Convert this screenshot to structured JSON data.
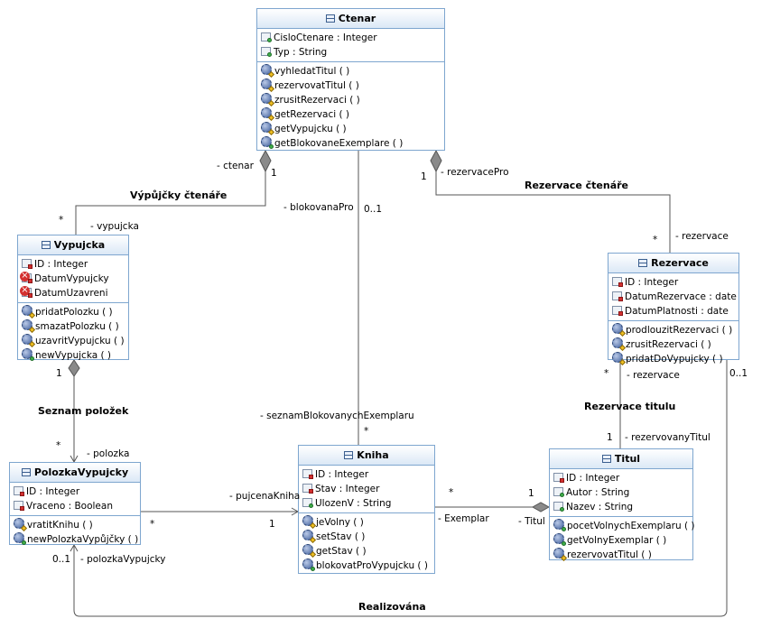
{
  "classes": {
    "ctenar": {
      "name": "Ctenar",
      "attributes": [
        {
          "text": "CisloCtenare : Integer",
          "icon": "public-attribute-icon"
        },
        {
          "text": "Typ : String",
          "icon": "public-attribute-icon"
        }
      ],
      "operations": [
        {
          "text": "vyhledatTitul ( )",
          "icon": "protected-operation-icon"
        },
        {
          "text": "rezervovatTitul ( )",
          "icon": "protected-operation-icon"
        },
        {
          "text": "zrusitRezervaci ( )",
          "icon": "protected-operation-icon"
        },
        {
          "text": "getRezervaci ( )",
          "icon": "protected-operation-icon"
        },
        {
          "text": "getVypujcku ( )",
          "icon": "protected-operation-icon"
        },
        {
          "text": "getBlokovaneExemplare ( )",
          "icon": "public-operation-icon"
        }
      ]
    },
    "vypujcka": {
      "name": "Vypujcka",
      "attributes": [
        {
          "text": "ID : Integer",
          "icon": "private-attribute-icon"
        },
        {
          "text": "DatumVypujcky",
          "icon": "error-attribute-icon"
        },
        {
          "text": "DatumUzavreni",
          "icon": "error-attribute-icon"
        }
      ],
      "operations": [
        {
          "text": "pridatPolozku ( )",
          "icon": "protected-operation-icon"
        },
        {
          "text": "smazatPolozku ( )",
          "icon": "protected-operation-icon"
        },
        {
          "text": "uzavritVypujcku ( )",
          "icon": "protected-operation-icon"
        },
        {
          "text": "newVypujcka ( )",
          "icon": "public-operation-icon"
        }
      ]
    },
    "rezervace": {
      "name": "Rezervace",
      "attributes": [
        {
          "text": "ID : Integer",
          "icon": "private-attribute-icon"
        },
        {
          "text": "DatumRezervace : date",
          "icon": "private-attribute-icon"
        },
        {
          "text": "DatumPlatnosti : date",
          "icon": "private-attribute-icon"
        }
      ],
      "operations": [
        {
          "text": "prodlouzitRezervaci ( )",
          "icon": "protected-operation-icon"
        },
        {
          "text": "zrusitRezervaci ( )",
          "icon": "protected-operation-icon"
        },
        {
          "text": "pridatDoVypujcky ( )",
          "icon": "protected-operation-icon"
        }
      ]
    },
    "polozkaVypujcky": {
      "name": "PolozkaVypujcky",
      "attributes": [
        {
          "text": "ID : Integer",
          "icon": "private-attribute-icon"
        },
        {
          "text": "Vraceno : Boolean",
          "icon": "private-attribute-icon"
        }
      ],
      "operations": [
        {
          "text": "vratitKnihu ( )",
          "icon": "protected-operation-icon"
        },
        {
          "text": "newPolozkaVypůjčky ( )",
          "icon": "public-operation-icon"
        }
      ]
    },
    "kniha": {
      "name": "Kniha",
      "attributes": [
        {
          "text": "ID : Integer",
          "icon": "private-attribute-icon"
        },
        {
          "text": "Stav : Integer",
          "icon": "private-attribute-icon"
        },
        {
          "text": "UlozenV : String",
          "icon": "public-attribute-icon"
        }
      ],
      "operations": [
        {
          "text": "jeVolny ( )",
          "icon": "protected-operation-icon"
        },
        {
          "text": "setStav ( )",
          "icon": "protected-operation-icon"
        },
        {
          "text": "getStav ( )",
          "icon": "protected-operation-icon"
        },
        {
          "text": "blokovatProVypujcku ( )",
          "icon": "public-operation-icon"
        }
      ]
    },
    "titul": {
      "name": "Titul",
      "attributes": [
        {
          "text": "ID : Integer",
          "icon": "private-attribute-icon"
        },
        {
          "text": "Autor : String",
          "icon": "public-attribute-icon"
        },
        {
          "text": "Nazev : String",
          "icon": "public-attribute-icon"
        }
      ],
      "operations": [
        {
          "text": "pocetVolnychExemplaru ( )",
          "icon": "public-operation-icon"
        },
        {
          "text": "getVolnyExemplar ( )",
          "icon": "public-operation-icon"
        },
        {
          "text": "rezervovatTitul ( )",
          "icon": "protected-operation-icon"
        }
      ]
    }
  },
  "associations": {
    "vypujcky_ctenare": {
      "name": "Výpůjčky čtenáře",
      "role_a": "- ctenar",
      "mult_a": "1",
      "role_b": "- vypujcka",
      "mult_b": "*"
    },
    "rezervace_ctenare": {
      "name": "Rezervace čtenáře",
      "role_a": "- rezervacePro",
      "mult_a": "1",
      "role_b": "- rezervace",
      "mult_b": "*"
    },
    "blokovana": {
      "role_a": "- blokovanaPro",
      "mult_a": "0..1",
      "role_b": "- seznamBlokovanychExemplaru",
      "mult_b": "*"
    },
    "seznam_polozek": {
      "name": "Seznam položek",
      "mult_a": "1",
      "role_b": "- polozka",
      "mult_b": "*"
    },
    "pujcena_kniha": {
      "role_b": "- pujcenaKniha",
      "mult_a": "*",
      "mult_b": "1"
    },
    "exemplar": {
      "role_a": "- Exemplar",
      "mult_a": "*",
      "role_b": "- Titul",
      "mult_b": "1"
    },
    "rezervace_titulu": {
      "name": "Rezervace titulu",
      "role_a": "- rezervace",
      "mult_a": "*",
      "role_b": "- rezervovanyTitul",
      "mult_b": "1"
    },
    "realizovana": {
      "name": "Realizována",
      "mult_a": "0..1",
      "role_b": "- polozkaVypujcky",
      "mult_b": "0..1"
    }
  }
}
